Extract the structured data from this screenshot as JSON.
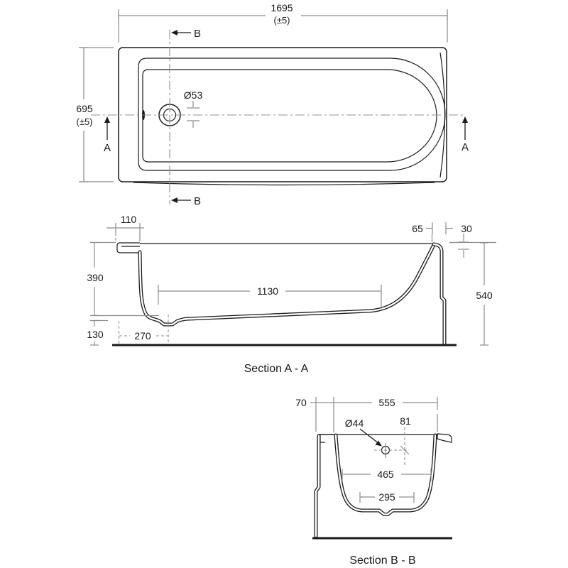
{
  "drawing": {
    "type": "bathtub technical dimension drawing",
    "colors": {
      "background": "#ffffff",
      "outline": "#1a1a1a",
      "dimension_lines": "#8c8c8c",
      "text": "#1a1a1a"
    },
    "top_view": {
      "length_dim": "1695",
      "length_tolerance": "(±5)",
      "width_dim": "695",
      "width_tolerance": "(±5)",
      "drain_diameter": "Ø53",
      "section_a_letter": "A",
      "section_b_letter": "B"
    },
    "section_aa": {
      "title": "Section A - A",
      "dims": {
        "rim_left_width": "110",
        "inner_depth": "390",
        "base_height": "130",
        "drain_offset": "270",
        "flat_bottom_length": "1130",
        "head_rim_width": "65",
        "rim_drop": "30",
        "total_height": "540"
      }
    },
    "section_bb": {
      "title": "Section B - B",
      "dims": {
        "side_overhang": "70",
        "top_width": "555",
        "overflow_diameter": "Ø44",
        "overflow_offset": "81",
        "inner_width": "465",
        "bottom_width": "295"
      }
    }
  }
}
